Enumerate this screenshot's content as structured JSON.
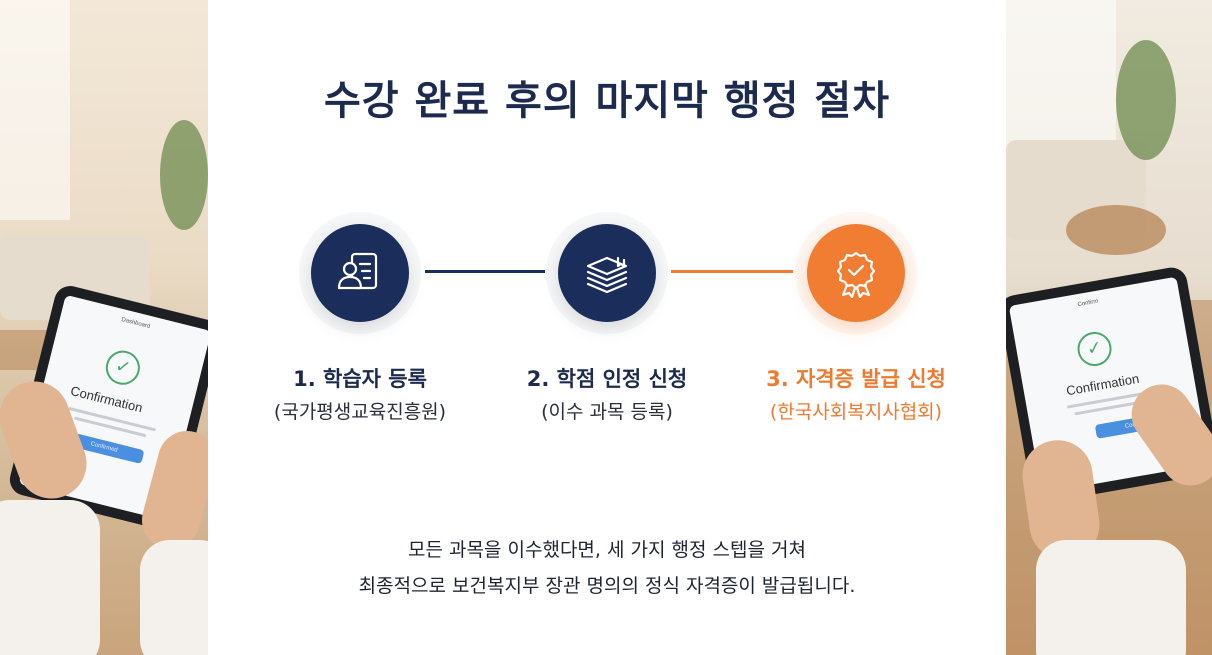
{
  "title": "수강 완료 후의 마지막 행정 절차",
  "steps": [
    {
      "label": "1. 학습자 등록",
      "sub": "(국가평생교육진흥원)",
      "icon": "user-id-card-icon",
      "color": "#1b2d5a",
      "active": false
    },
    {
      "label": "2. 학점 인정 신청",
      "sub": "(이수 과목 등록)",
      "icon": "stacked-books-icon",
      "color": "#1b2d5a",
      "active": false
    },
    {
      "label": "3. 자격증 발급 신청",
      "sub": "(한국사회복지사협회)",
      "icon": "award-badge-icon",
      "color": "#f07d32",
      "active": true
    }
  ],
  "connectors": [
    {
      "color": "#1b2d5a"
    },
    {
      "color": "#f07d32"
    }
  ],
  "description": {
    "line1": "모든 과목을 이수했다면, 세 가지 행정 스텝을 거쳐",
    "line2": "최종적으로 보건복지부 장관 명의의 정식 자격증이 발급됩니다."
  },
  "photo_left": {
    "tablet_title": "Confirmation",
    "tablet_header": "Dashboard",
    "tablet_button": "Confirmed"
  },
  "photo_right": {
    "tablet_title": "Confirmation",
    "tablet_header": "Confirm",
    "tablet_button": "Confirm"
  }
}
